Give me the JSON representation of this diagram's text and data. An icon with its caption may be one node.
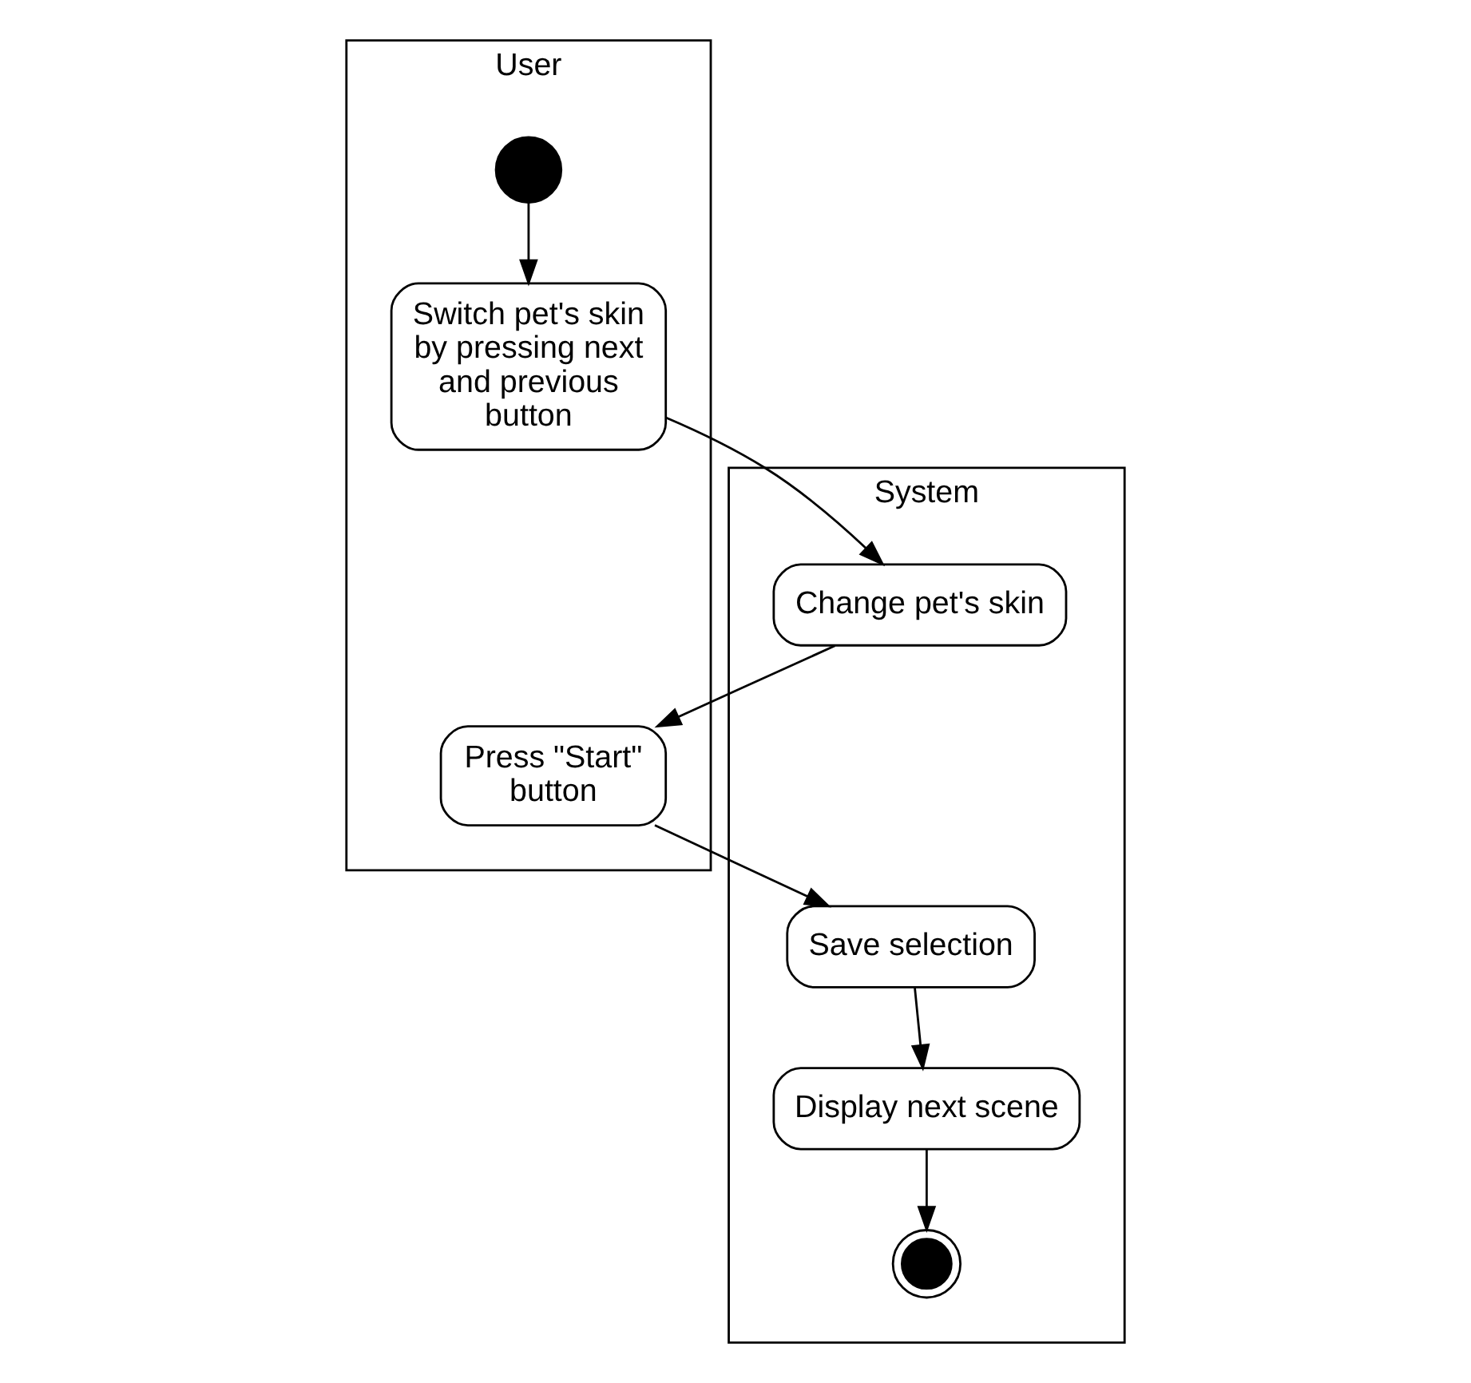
{
  "diagram": {
    "nodes": [
      {
        "text": [
          "User"
        ]
      },
      {
        "text": [
          "System"
        ]
      },
      {
        "text": [],
        "shape": "circle",
        "in": 0
      },
      {
        "text": [
          "Switch pet's skin by pressing next and previous button"
        ],
        "in": 0
      },
      {
        "text": [
          "Change pet's skin"
        ],
        "in": 1
      },
      {
        "text": [
          "Press \"Start\" button"
        ],
        "in": 0
      },
      {
        "text": [
          "Save selection"
        ],
        "in": 1
      },
      {
        "text": [
          "Display next scene"
        ],
        "in": 1
      },
      {
        "text": [],
        "shape": "circle",
        "in": 1
      }
    ],
    "edges": [
      {
        "from": 2,
        "to": 3,
        "arrow": "to"
      },
      {
        "from": 3,
        "to": 4,
        "arrow": "to"
      },
      {
        "from": 4,
        "to": 5,
        "arrow": "to"
      },
      {
        "from": 5,
        "to": 6,
        "arrow": "to"
      },
      {
        "from": 6,
        "to": 7,
        "arrow": "to"
      },
      {
        "from": 7,
        "to": 8,
        "arrow": "to"
      }
    ]
  }
}
